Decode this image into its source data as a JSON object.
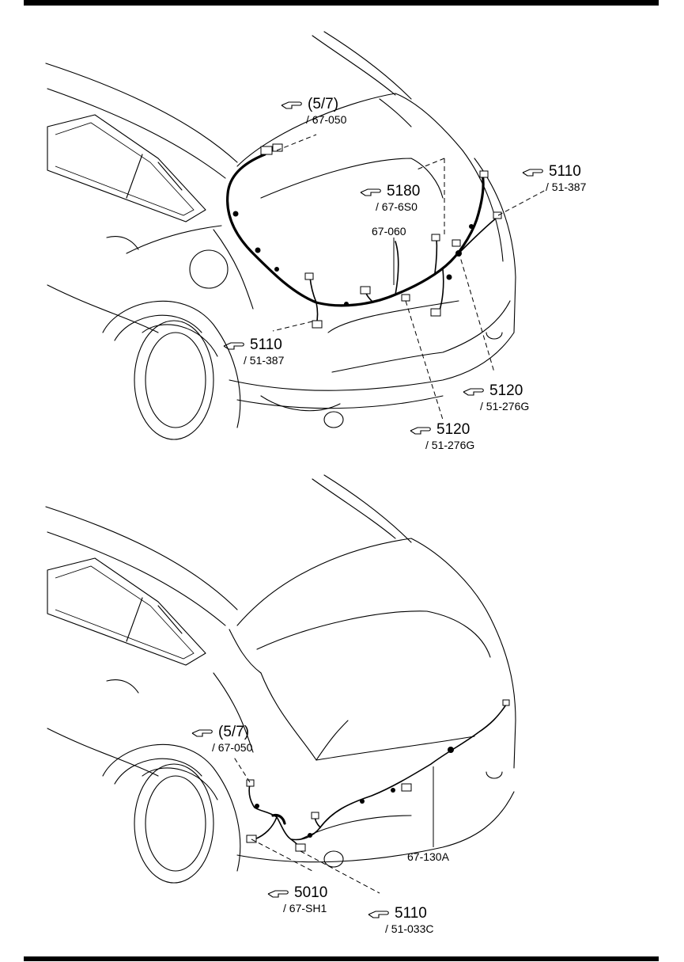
{
  "diagram": {
    "top_view": {
      "callouts": [
        {
          "id": "c1",
          "main": "(5/7)",
          "sub": "/ 67-050"
        },
        {
          "id": "c2",
          "main": "5180",
          "sub": "/ 67-6S0"
        },
        {
          "id": "c3",
          "main": "5110",
          "sub": "/ 51-387"
        },
        {
          "id": "c4",
          "main": "5110",
          "sub": "/ 51-387"
        },
        {
          "id": "c5",
          "main": "5120",
          "sub": "/ 51-276G"
        },
        {
          "id": "c6",
          "main": "5120",
          "sub": "/ 51-276G"
        }
      ],
      "part_label": "67-060"
    },
    "bottom_view": {
      "callouts": [
        {
          "id": "d1",
          "main": "(5/7)",
          "sub": "/ 67-050"
        },
        {
          "id": "d2",
          "main": "5010",
          "sub": "/ 67-SH1"
        },
        {
          "id": "d3",
          "main": "5110",
          "sub": "/ 51-033C"
        }
      ],
      "part_label": "67-130A"
    },
    "icon": "pointing-hand-icon"
  }
}
